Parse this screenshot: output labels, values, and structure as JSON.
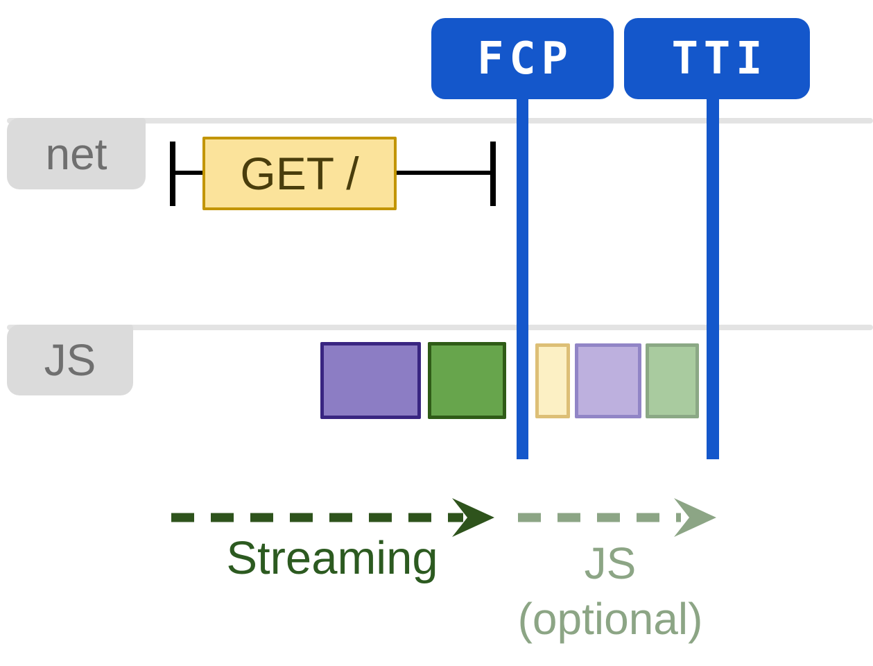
{
  "diagram": {
    "title_markers": {
      "fcp": {
        "label": "FCP"
      },
      "tti": {
        "label": "TTI"
      }
    },
    "lanes": {
      "net": {
        "label": "net"
      },
      "js": {
        "label": "JS"
      }
    },
    "request": {
      "label": "GET /"
    },
    "annotations": {
      "streaming": {
        "label": "Streaming"
      },
      "js_optional": {
        "line1": "JS",
        "line2": "(optional)"
      }
    },
    "colors": {
      "marker_blue": "#1457CB",
      "lane_line_gray": "#E3E3E3",
      "lane_label_bg": "#DBDBDB",
      "lane_label_text": "#6F6F6F",
      "request_fill": "#FBE39B",
      "request_border": "#C29500",
      "request_text": "#493D0C",
      "ibeam_black": "#000000",
      "task_purple_fill": "#8C7DC4",
      "task_purple_border": "#392581",
      "task_green_fill": "#67A54C",
      "task_green_border": "#2F5B17",
      "task_yellow_faded_fill": "#FCF0C4",
      "task_yellow_faded_border": "#DDBF76",
      "task_purple_faded_fill": "#BDB0DE",
      "task_purple_faded_border": "#9185C6",
      "task_green_faded_fill": "#A9CB9F",
      "task_green_faded_border": "#8BA885",
      "streaming_arrow": "#2E531C",
      "streaming_text": "#2C5A20",
      "js_optional_color": "#8CA585"
    }
  }
}
